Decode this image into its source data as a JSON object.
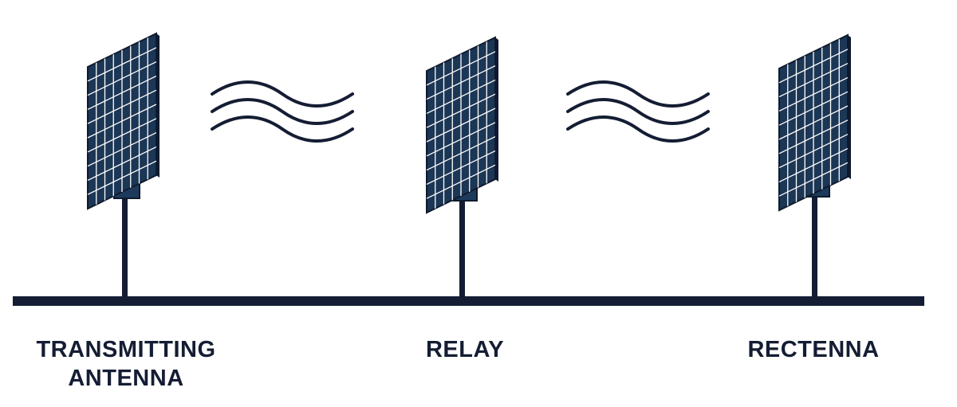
{
  "colors": {
    "navy": "#141d33",
    "panel_fill": "#1c3655",
    "box_fill": "#1d3a5c",
    "grid_lines": "#ffffff"
  },
  "icons": {
    "antenna_panel": "solar-panel-icon",
    "signal": "radio-wave-icon"
  },
  "labels": {
    "transmitting": "TRANSMITTING\nANTENNA",
    "relay": "RELAY",
    "rectenna": "RECTENNA"
  }
}
